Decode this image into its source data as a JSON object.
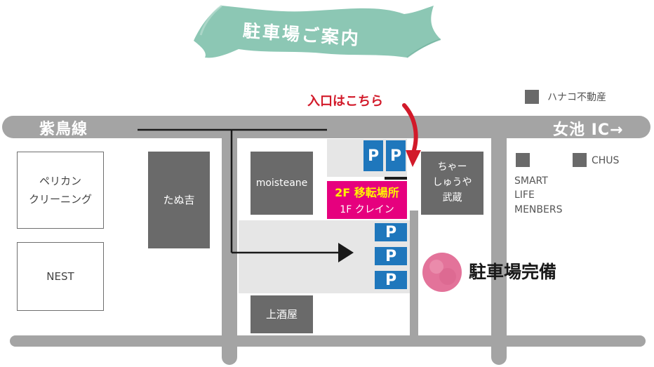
{
  "banner": {
    "title": "駐車場ご案内",
    "color": "#8cc7b4"
  },
  "roads": {
    "top_left_label": "紫鳥線",
    "top_right_label": "女池 IC→",
    "color": "#a4a4a4"
  },
  "entrance": {
    "label": "入口はこちら",
    "color": "#d21a2a"
  },
  "buildings": {
    "pelican": "ペリカン\nクリーニング",
    "nest": "NEST",
    "tanukichi": "たぬ吉",
    "moisteane": "moisteane",
    "chaya": "ちゃー\nしゅうや\n武蔵",
    "kamisakaya": "上酒屋"
  },
  "move_sign": {
    "line1": "2F 移転場所",
    "line2": "1F クレイン",
    "bg_color": "#e6007e",
    "line1_color": "#fff200"
  },
  "parking": {
    "symbol": "P",
    "color": "#1f77bc"
  },
  "legend": {
    "hanako": "ハナコ不動産",
    "smart": "SMART\nLIFE\nMENBERS",
    "chus": "CHUS"
  },
  "parking_note": {
    "text": "駐車場完備",
    "dot_color": "#e3739a"
  }
}
